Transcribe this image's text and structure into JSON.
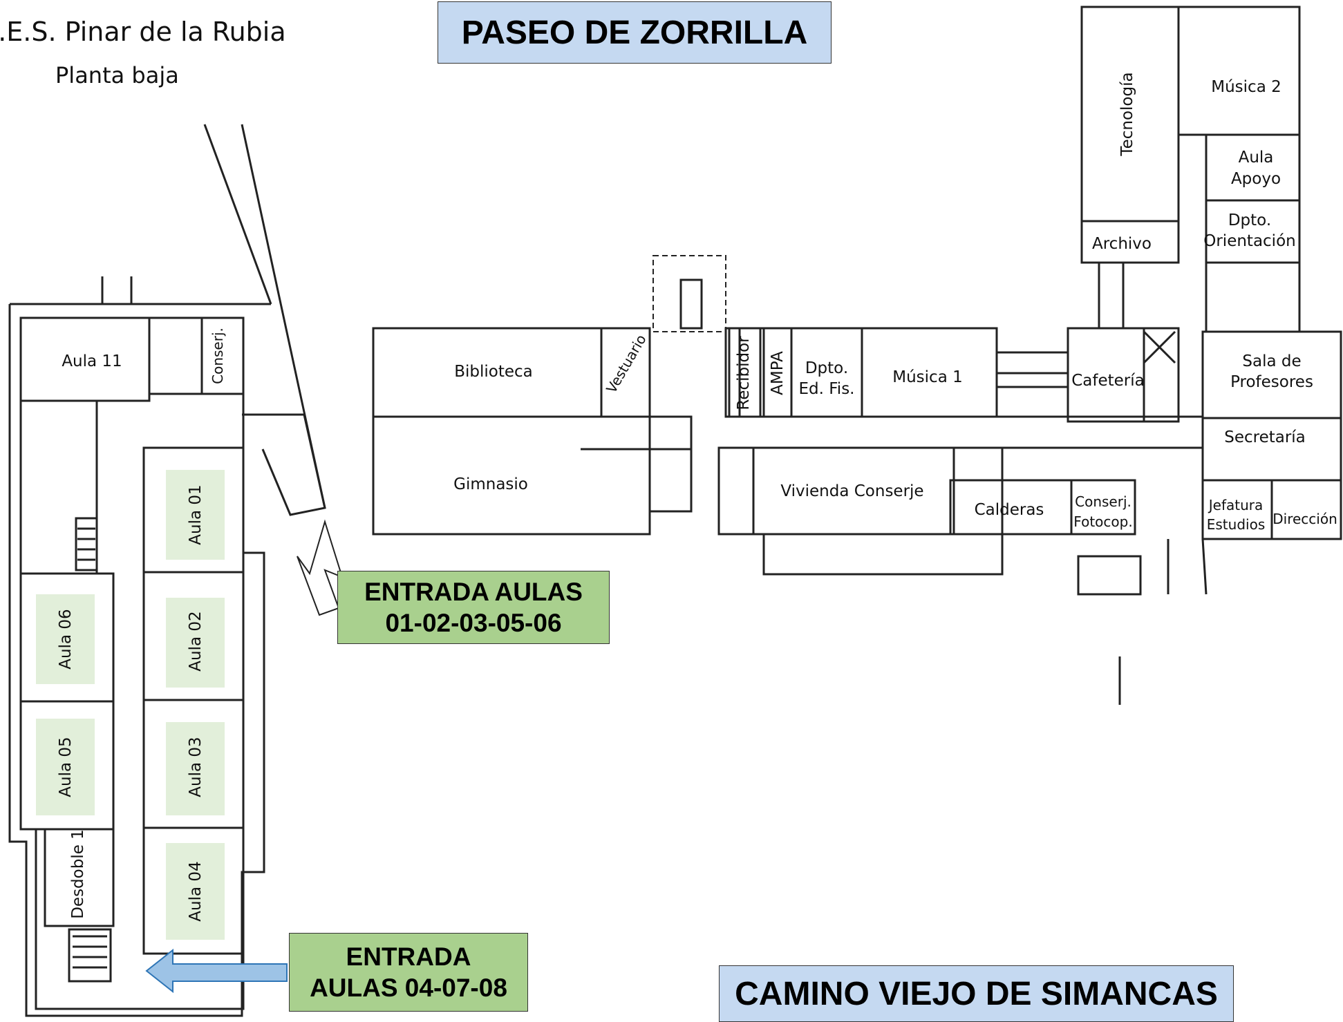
{
  "header": {
    "school_name": "I.E.S. Pinar de la Rubia",
    "floor": "Planta baja"
  },
  "streets": {
    "north": "PASEO DE ZORRILLA",
    "south": "CAMINO VIEJO DE SIMANCAS"
  },
  "entrances": {
    "main": [
      "ENTRADA AULAS",
      "01-02-03-05-06"
    ],
    "rear": [
      "ENTRADA",
      "AULAS 04-07-08"
    ]
  },
  "colors": {
    "street_fill": "#c5d9f1",
    "entrance_fill": "#a9d08e",
    "classroom_fill": "#e2efda",
    "arrow_fill": "#9dc3e6",
    "arrow_stroke": "#2e75b6",
    "wall": "#222222"
  },
  "rooms": {
    "aula_11": "Aula 11",
    "conserj_a": "Conserj.",
    "aula_01": "Aula 01",
    "aula_02": "Aula 02",
    "aula_03": "Aula 03",
    "aula_04": "Aula 04",
    "aula_05": "Aula 05",
    "aula_06": "Aula 06",
    "desdoble_1": "Desdoble 1",
    "biblioteca": "Biblioteca",
    "gimnasio": "Gimnasio",
    "vestuario": "Vestuario",
    "recibidor": "Recibidor",
    "ampa": "AMPA",
    "dpto_ed_fis": [
      "Dpto.",
      "Ed. Fis."
    ],
    "musica_1": "Música 1",
    "vivienda_conserje": "Vivienda Conserje",
    "calderas": "Calderas",
    "conserj_fotocop": [
      "Conserj.",
      "Fotocop."
    ],
    "cafeteria": "Cafetería",
    "tecnologia": "Tecnología",
    "archivo": "Archivo",
    "musica_2": "Música 2",
    "aula_apoyo": [
      "Aula",
      "Apoyo"
    ],
    "dpto_orientacion": [
      "Dpto.",
      "Orientación"
    ],
    "sala_profesores": [
      "Sala de",
      "Profesores"
    ],
    "secretaria": "Secretaría",
    "jefatura_estudios": [
      "Jefatura",
      "Estudios"
    ],
    "direccion": "Dirección"
  }
}
